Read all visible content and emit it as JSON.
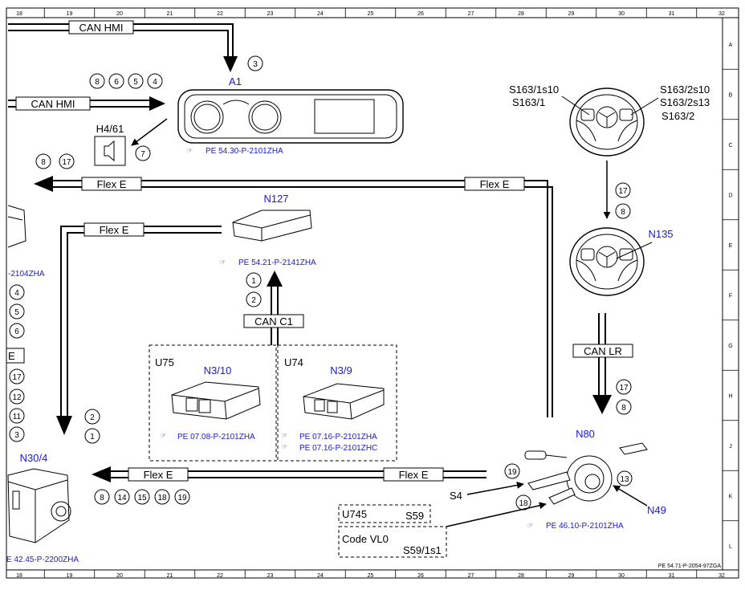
{
  "ruler": {
    "columns": [
      "18",
      "19",
      "20",
      "21",
      "22",
      "23",
      "24",
      "25",
      "26",
      "27",
      "28",
      "29",
      "30",
      "31",
      "32"
    ],
    "rows": [
      "A",
      "B",
      "C",
      "D",
      "E",
      "F",
      "G",
      "H",
      "J",
      "K",
      "L"
    ]
  },
  "buses": {
    "can_hmi_top": "CAN HMI",
    "can_hmi_mid": "CAN HMI",
    "flex_e_1": "Flex E",
    "flex_e_2": "Flex E",
    "flex_e_3": "Flex E",
    "can_c1": "CAN C1",
    "can_lr": "CAN LR",
    "flex_e_4": "Flex E",
    "flex_e_5": "Flex E"
  },
  "components": {
    "a1": "A1",
    "h4_61": "H4/61",
    "n127": "N127",
    "n135": "N135",
    "n80": "N80",
    "n49": "N49",
    "s4": "S4",
    "n30_4": "N30/4",
    "u75": "U75",
    "n3_10": "N3/10",
    "u74": "U74",
    "n3_9": "N3/9",
    "u745": "U745",
    "s59": "S59",
    "code_vl0": "Code VL0",
    "s59_1s1": "S59/1s1",
    "s163_1s10": "S163/1s10",
    "s163_1": "S163/1",
    "s163_2s10": "S163/2s10",
    "s163_2s13": "S163/2s13",
    "s163_2": "S163/2"
  },
  "refs": {
    "a1": "PE 54.30-P-2101ZHA",
    "n127": "PE 54.21-P-2141ZHA",
    "n3_10": "PE 07.08-P-2101ZHA",
    "n3_9_a": "PE 07.16-P-2101ZHA",
    "n3_9_b": "PE 07.16-P-2101ZHC",
    "n80": "PE 46.10-P-2101ZHA",
    "n30_4": "E 42.45-P-2200ZHA",
    "left_partial": "-2104ZHA"
  },
  "circles": {
    "c_a1": "3",
    "can_hmi": [
      "8",
      "6",
      "5",
      "4"
    ],
    "h4": "7",
    "flex_left": [
      "8",
      "17"
    ],
    "can_c1": [
      "1",
      "2"
    ],
    "left_col": [
      "4",
      "5",
      "6"
    ],
    "left_col2": [
      "17",
      "12",
      "11",
      "3"
    ],
    "n30_arrow": [
      "2",
      "1"
    ],
    "n135_in": [
      "17",
      "8"
    ],
    "n80_in": [
      "17",
      "8"
    ],
    "s4": "19",
    "n49": "13",
    "s59": "18",
    "flex_bottom": [
      "8",
      "14",
      "15",
      "18",
      "19"
    ]
  },
  "footer": "PE 54.71-P-2054-97ZGA",
  "left_box_partial": "E"
}
